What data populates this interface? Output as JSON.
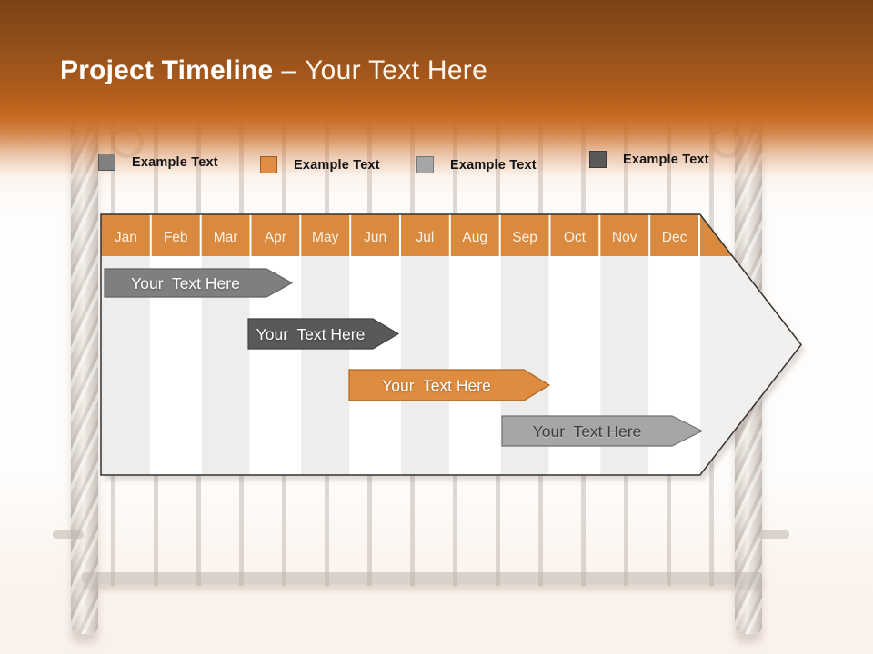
{
  "slide_title": {
    "primary": "Project Timeline",
    "separator": "–",
    "secondary": "Your Text Here"
  },
  "legend": {
    "items": [
      {
        "label": "Example Text",
        "swatch_color": "#808080"
      },
      {
        "label": "Example Text",
        "swatch_color": "#DE8D42"
      },
      {
        "label": "Example Text",
        "swatch_color": "#A6A6A6"
      },
      {
        "label": "Example Text",
        "swatch_color": "#595959"
      }
    ]
  },
  "timeline": {
    "months": [
      "Jan",
      "Feb",
      "Mar",
      "Apr",
      "May",
      "Jun",
      "Jul",
      "Aug",
      "Sep",
      "Oct",
      "Nov",
      "Dec"
    ],
    "header_color": "#D98A3E",
    "month_text_color": "#FBF1E5",
    "bars": [
      {
        "label": "Your  Text Here",
        "fill": "#7F7F7F",
        "stroke": "#616161",
        "text_color": "#FFFFFF"
      },
      {
        "label": "Your  Text Here",
        "fill": "#595959",
        "stroke": "#414141",
        "text_color": "#FFFFFF"
      },
      {
        "label": "Your  Text Here",
        "fill": "#DE8C3F",
        "stroke": "#AD6524",
        "text_color": "#FFFFFF"
      },
      {
        "label": "Your  Text Here",
        "fill": "#A6A6A6",
        "stroke": "#6F6F6F",
        "text_color": "#3D3D3D"
      }
    ]
  }
}
